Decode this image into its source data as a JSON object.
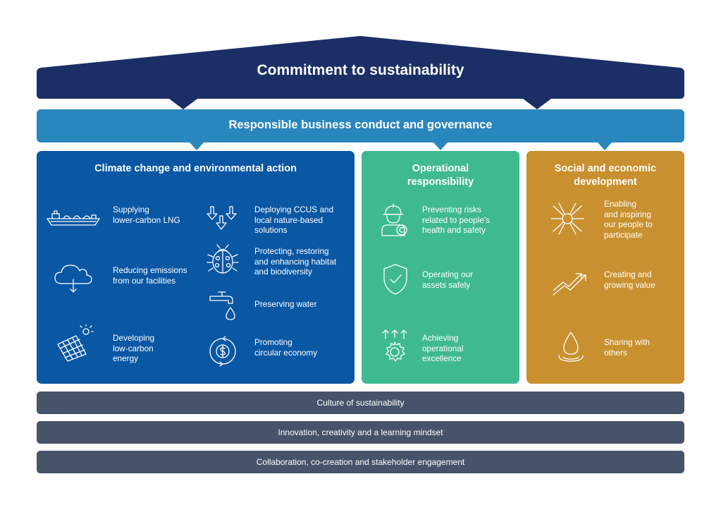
{
  "header": {
    "title": "Commitment to sustainability"
  },
  "governance": {
    "title": "Responsible business conduct and governance"
  },
  "colors": {
    "navy": "#1b2f66",
    "blue_band": "#2a87be",
    "climate": "#0a57a3",
    "operational": "#3fb990",
    "social": "#c8902f",
    "foundation": "#47536b"
  },
  "pillars": [
    {
      "title": "Climate change and environmental action",
      "items": [
        {
          "icon": "lng-ship-icon",
          "label": "Supplying\nlower-carbon LNG"
        },
        {
          "icon": "cloud-download-icon",
          "label": "Reducing emissions\nfrom our facilities"
        },
        {
          "icon": "solar-panel-icon",
          "label": "Developing\nlow-carbon\nenergy"
        },
        {
          "icon": "ccus-arrows-icon",
          "label": "Deploying CCUS and\nlocal nature-based\nsolutions"
        },
        {
          "icon": "ladybug-icon",
          "label": "Protecting, restoring\nand enhancing habitat\nand biodiversity"
        },
        {
          "icon": "water-tap-icon",
          "label": "Preserving water"
        },
        {
          "icon": "circular-economy-icon",
          "label": "Promoting\ncircular economy"
        }
      ]
    },
    {
      "title": "Operational\nresponsibility",
      "items": [
        {
          "icon": "hard-hat-worker-icon",
          "label": "Preventing risks\nrelated to people's\nhealth and safety"
        },
        {
          "icon": "shield-check-icon",
          "label": "Operating our\nassets safely"
        },
        {
          "icon": "gear-arrows-icon",
          "label": "Achieving\noperational\nexcellence"
        }
      ]
    },
    {
      "title": "Social and economic\ndevelopment",
      "items": [
        {
          "icon": "joined-hands-icon",
          "label": "Enabling\nand inspiring\nour people to\nparticipate"
        },
        {
          "icon": "growth-arrow-icon",
          "label": "Creating and\ngrowing value"
        },
        {
          "icon": "water-drop-icon",
          "label": "Sharing with\nothers"
        }
      ]
    }
  ],
  "foundations": [
    "Culture of sustainability",
    "Innovation, creativity and a learning mindset",
    "Collaboration, co-creation and stakeholder engagement"
  ]
}
